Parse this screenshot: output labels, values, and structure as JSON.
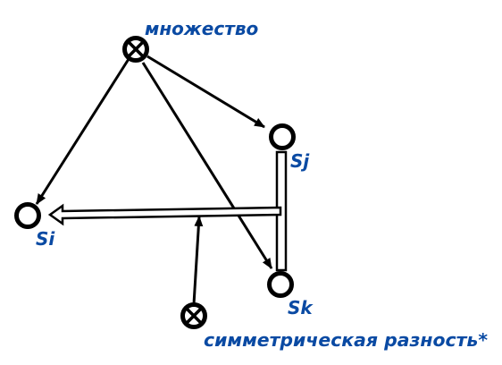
{
  "colors": {
    "ink": "#000000",
    "label": "#0a4aa3",
    "background": "#ffffff"
  },
  "nodes": {
    "set": {
      "label": "множество",
      "kind": "crossed-circle"
    },
    "sj": {
      "label": "Sj",
      "kind": "circle"
    },
    "si": {
      "label": "Si",
      "kind": "circle"
    },
    "sk": {
      "label": "Sk",
      "kind": "circle"
    },
    "symdiff": {
      "label": "симметрическая разность*",
      "kind": "crossed-circle"
    }
  },
  "edges": [
    {
      "from": "set",
      "to": "si",
      "style": "arrow"
    },
    {
      "from": "set",
      "to": "sj",
      "style": "arrow"
    },
    {
      "from": "set",
      "to": "sk",
      "style": "arrow"
    },
    {
      "from": "sj",
      "to": "sk",
      "style": "double-line"
    },
    {
      "from": "sj-sk-junction",
      "to": "si",
      "style": "double-arrow"
    },
    {
      "from": "symdiff",
      "to": "junction-line",
      "style": "arrow"
    }
  ]
}
